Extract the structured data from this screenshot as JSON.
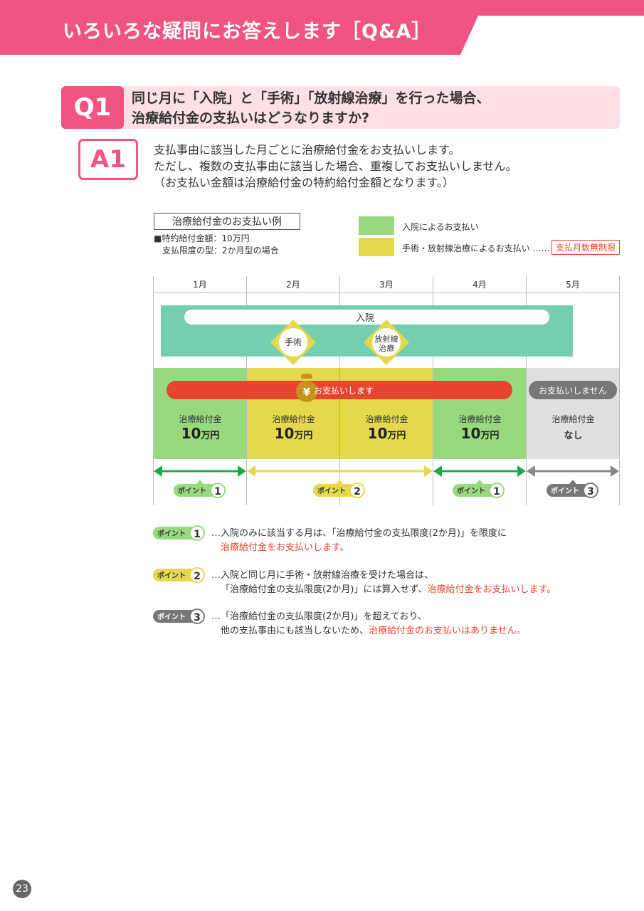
{
  "header": {
    "title": "いろいろな疑問にお答えします［Q&A］"
  },
  "question": {
    "badge": "Q1",
    "line1": "同じ月に「入院」と「手術」「放射線治療」を行った場合、",
    "line2": "治療給付金の支払いはどうなりますか?"
  },
  "answer": {
    "badge": "A1",
    "line1": "支払事由に該当した月ごとに治療給付金をお支払いします。",
    "line2": "ただし、複数の支払事由に該当した場合、重複してお支払いしません。",
    "line3": "（お支払い金額は治療給付金の特約給付金額となります。）"
  },
  "example": {
    "title": "治療給付金のお支払い例",
    "sub1": "■特約給付金額：10万円",
    "sub2": "　支払限度の型：2か月型の場合"
  },
  "legend": {
    "green_label": "入院によるお支払い",
    "yellow_label": "手術・放射線治療によるお支払い ……",
    "red_box": "支払月数無制限",
    "green_color": "#98d87e",
    "yellow_color": "#e6d84c"
  },
  "diagram": {
    "months": [
      "1月",
      "2月",
      "3月",
      "4月",
      "5月"
    ],
    "hospital_label": "入院",
    "surgery_label": "手術",
    "radiation_label1": "放射線",
    "radiation_label2": "治療",
    "pay_label": "お支払いします",
    "yen": "¥",
    "no_pay_label": "お支払いしません",
    "cells": [
      {
        "label": "治療給付金",
        "amount": "10",
        "unit": "万円"
      },
      {
        "label": "治療給付金",
        "amount": "10",
        "unit": "万円"
      },
      {
        "label": "治療給付金",
        "amount": "10",
        "unit": "万円"
      },
      {
        "label": "治療給付金",
        "amount": "10",
        "unit": "万円"
      },
      {
        "label": "治療給付金",
        "amount": "なし",
        "unit": ""
      }
    ],
    "point_word": "ポイント",
    "point_nums": [
      "1",
      "2",
      "1",
      "3"
    ]
  },
  "points": [
    {
      "num": "1",
      "line1": "…入院のみに該当する月は、「治療給付金の支払限度(2か月)」を限度に",
      "line2_red": "治療給付金をお支払いします。"
    },
    {
      "num": "2",
      "line1": "…入院と同じ月に手術・放射線治療を受けた場合は、",
      "line2": "「治療給付金の支払限度(2か月)」には算入せず、",
      "line2_red": "治療給付金をお支払いします。"
    },
    {
      "num": "3",
      "line1": "…「治療給付金の支払限度(2か月)」を超えており、",
      "line2": "他の支払事由にも該当しないため、",
      "line2_red": "治療給付金のお支払いはありません。"
    }
  ],
  "colors": {
    "pink": "#f0547f",
    "light_pink": "#fde0e6",
    "teal": "#74cfae",
    "green": "#98d87e",
    "yellow": "#e6d84c",
    "gray": "#e0e0e0",
    "red_bar": "#e8452e",
    "dark_green": "#1fa84a",
    "point_gray": "#777777"
  },
  "page_number": "23"
}
